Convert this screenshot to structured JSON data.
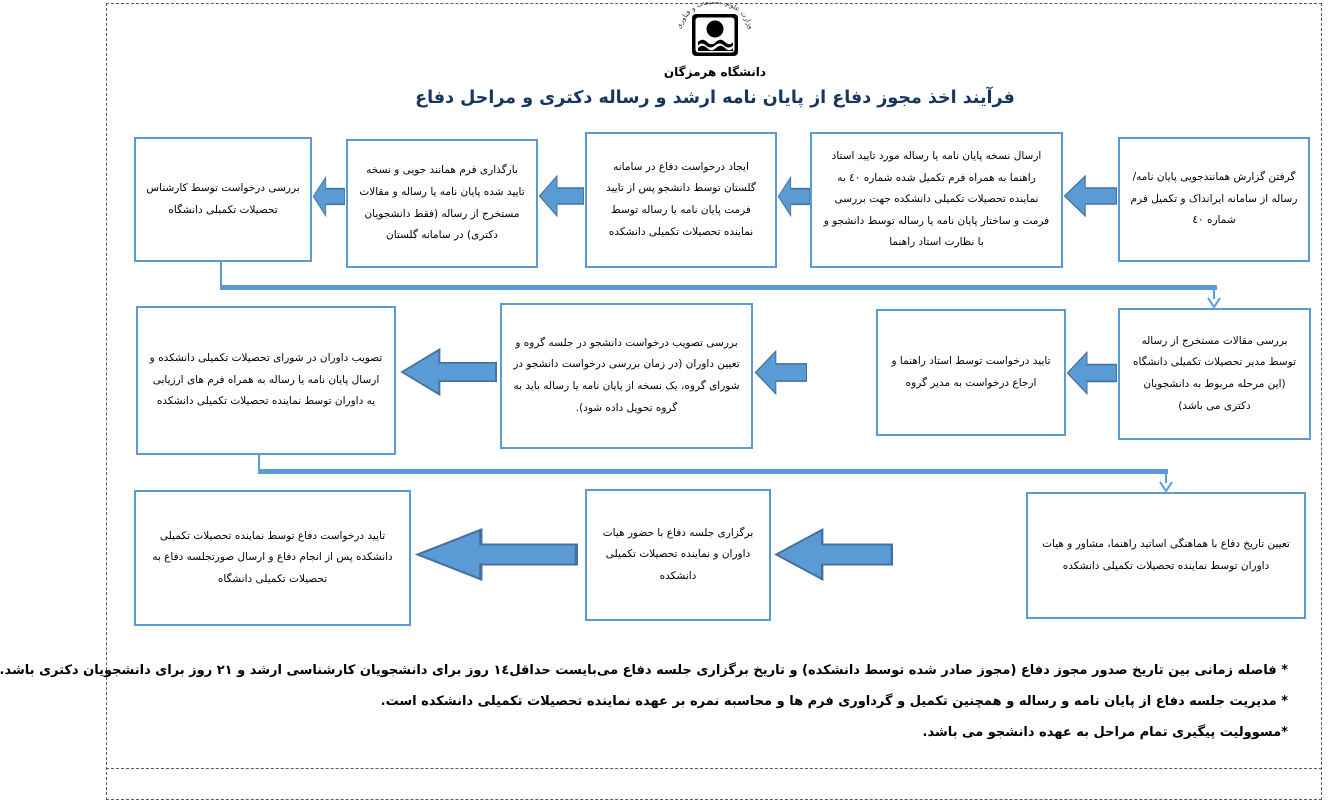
{
  "header": {
    "ministry": "وزارت علوم، تحقیقات و فناوری",
    "university": "دانشگاه هرمزگان",
    "title": "فرآیند اخذ مجوز دفاع از پایان نامه ارشد و رساله دکتری و مراحل دفاع"
  },
  "colors": {
    "box_border": "#5B9BD5",
    "arrow_fill": "#5B9BD5",
    "arrow_stroke": "#41719C",
    "title_color": "#17365D",
    "text_color": "#000000"
  },
  "flow": {
    "direction": "right-to-left",
    "rows": [
      {
        "steps": [
          "گرفتن گزارش همانندجویی  پایان نامه/ رساله از سامانه ایرانداک و تکمیل فرم شماره ٤٠",
          "ارسال نسخه پایان نامه یا رساله مورد تایید استاد راهنما به همراه فرم تکمیل شده شماره ٤٠ به نماینده تحصیلات تکمیلی دانشکده جهت بررسی فرمت و ساختار پایان نامه یا رساله توسط دانشجو و با نظارت استاد راهنما",
          "ایجاد درخواست دفاع در سامانه گلستان توسط دانشجو پس از تایید فرمت پایان نامه یا رساله توسط نماینده تحصیلات تکمیلی دانشکده",
          "بارگذاری فرم همانند جویی و نسخه تایید شده پایان نامه یا رساله و مقالات مستخرج از رساله (فقط دانشجویان دکتری) در سامانه گلستان",
          "بررسی درخواست توسط کارشناس تحصیلات تکمیلی دانشگاه"
        ]
      },
      {
        "steps": [
          "بررسی مقالات مستخرج از رساله توسط مدیر تحصیلات تکمیلی دانشگاه (این مرحله مربوط به دانشجویان دکتری می باشد)",
          "تایید درخواست توسط استاد راهنما و ارجاع درخواست به مدیر گروه",
          "بررسی تصویب درخواست دانشجو در جلسه گروه و تعیین داوران (در زمان بررسی درخواست دانشجو در شورای گروه، یک نسخه از پایان نامه یا رساله باید به گروه تحویل داده شود).",
          "تصویب داوران در شورای تحصیلات تکمیلی دانشکده و ارسال پایان نامه یا رساله به همراه فرم های ارزیابی یه داوران توسط نماینده تحصیلات تکمیلی دانشکده"
        ]
      },
      {
        "steps": [
          "تعیین تاریخ دفاع با هماهنگی اساتید راهنما، مشاور و هیات داوران توسط نماینده تحصیلات تکمیلی دانشکده",
          "برگزاری جلسه دفاع با حضور هیات داوران و نماینده تحصیلات تکمیلی دانشکده",
          "تایید درخواست دفاع توسط نماینده تحصیلات تکمیلی دانشکده پس از انجام دفاع و ارسال صورتجلسه دفاع به تحصیلات تکمیلی دانشگاه"
        ]
      }
    ]
  },
  "notes": [
    "* فاصله زمانی بین تاریخ صدور مجوز دفاع (مجوز صادر شده توسط دانشکده) و تاریخ برگزاری جلسه دفاع می‌بایست حداقل١٤ روز برای دانشجویان کارشناسی ارشد و ٢١ روز برای دانشجویان دکتری باشد.",
    "* مدیریت جلسه دفاع از پایان نامه و رساله و همچنین تکمیل و گرداوری فرم ها و محاسبه نمره بر عهده نماینده تحصیلات تکمیلی دانشکده است.",
    "*مسوولیت پیگیری تمام مراحل به عهده دانشجو می باشد."
  ]
}
